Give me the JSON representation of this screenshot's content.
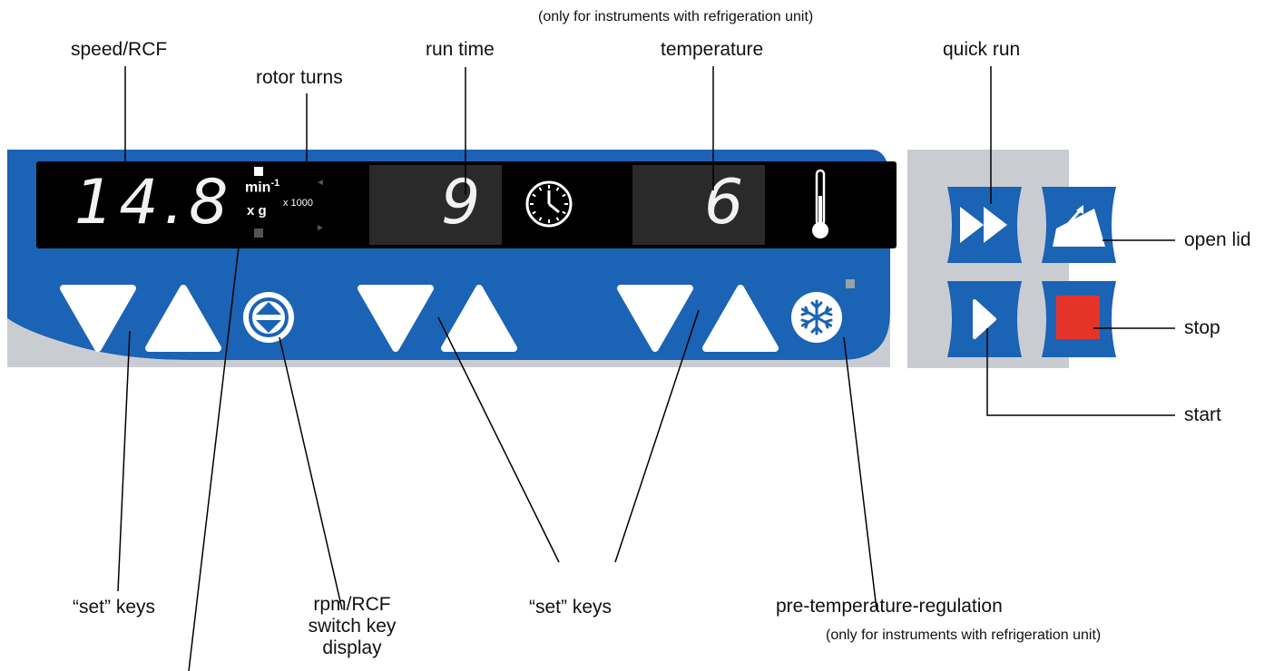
{
  "labels": {
    "speed_rcf": "speed/RCF",
    "rotor_turns": "rotor turns",
    "run_time": "run time",
    "temperature_note": "(only for instruments with refrigeration unit)",
    "temperature": "temperature",
    "quick_run": "quick run",
    "open_lid": "open lid",
    "stop": "stop",
    "start": "start",
    "set_keys_left": "“set” keys",
    "rpm_rcf_line1": "rpm/RCF",
    "rpm_rcf_line2": "switch key",
    "rpm_rcf_line3": "display",
    "set_keys_middle": "“set” keys",
    "pre_temp": "pre-temperature-regulation",
    "pre_temp_note": "(only for instruments with refrigeration unit)"
  },
  "display": {
    "speed_value": "14.8",
    "unit_min": "min",
    "unit_min_exp": "-1",
    "unit_xg": "x g",
    "multiplier": "x 1000",
    "time_value": "9",
    "temp_value": "6"
  },
  "colors": {
    "panel_blue": "#1b63b4",
    "panel_gray": "#c9cdd2",
    "stop_red": "#e5332a",
    "display_black": "#000000"
  },
  "icons": [
    "down-arrow-icon",
    "up-arrow-icon",
    "rpm-rcf-switch-icon",
    "snowflake-icon",
    "clock-icon",
    "thermometer-icon",
    "fast-forward-icon",
    "open-lid-icon",
    "play-icon",
    "stop-square-icon"
  ]
}
